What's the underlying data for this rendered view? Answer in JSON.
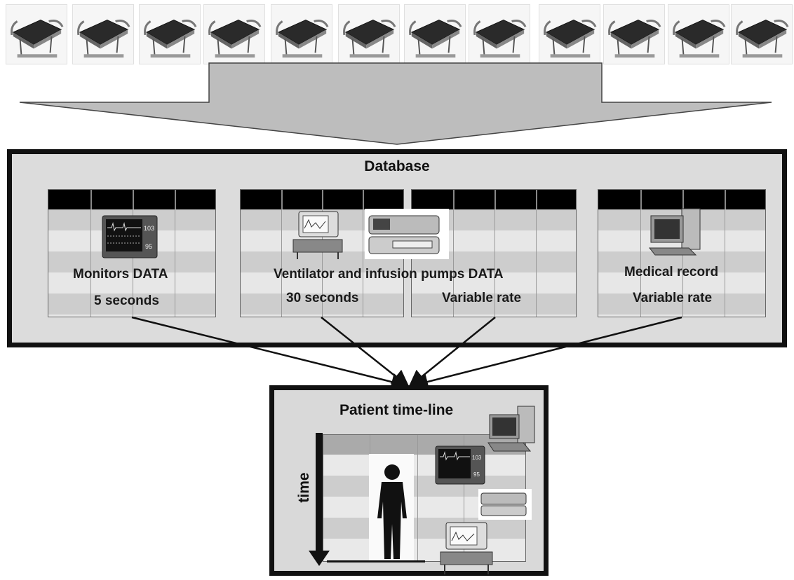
{
  "beds": {
    "count": 12,
    "icon": "hospital-bed-icon"
  },
  "database": {
    "title": "Database",
    "tables": [
      {
        "label_line1": "Monitors DATA",
        "label_line2": "5 seconds",
        "icon": "patient-monitor-icon"
      },
      {
        "label_line1": "Ventilator and infusion pumps DATA",
        "label_line2a": "30 seconds",
        "label_line2b": "Variable rate",
        "icons": [
          "ventilator-icon",
          "infusion-pump-icon"
        ]
      },
      {
        "label_line1": "Medical record",
        "label_line2": "Variable rate",
        "icon": "desktop-computer-icon"
      }
    ]
  },
  "patient_timeline": {
    "title": "Patient time-line",
    "axis_label": "time",
    "icons": [
      "desktop-computer-icon",
      "patient-monitor-icon",
      "infusion-pump-icon",
      "ventilator-icon",
      "patient-silhouette-icon"
    ]
  },
  "colors": {
    "frame": "#111111",
    "panel": "#dcdcdc",
    "header": "#000000",
    "arrow": "#bfbfbf"
  }
}
